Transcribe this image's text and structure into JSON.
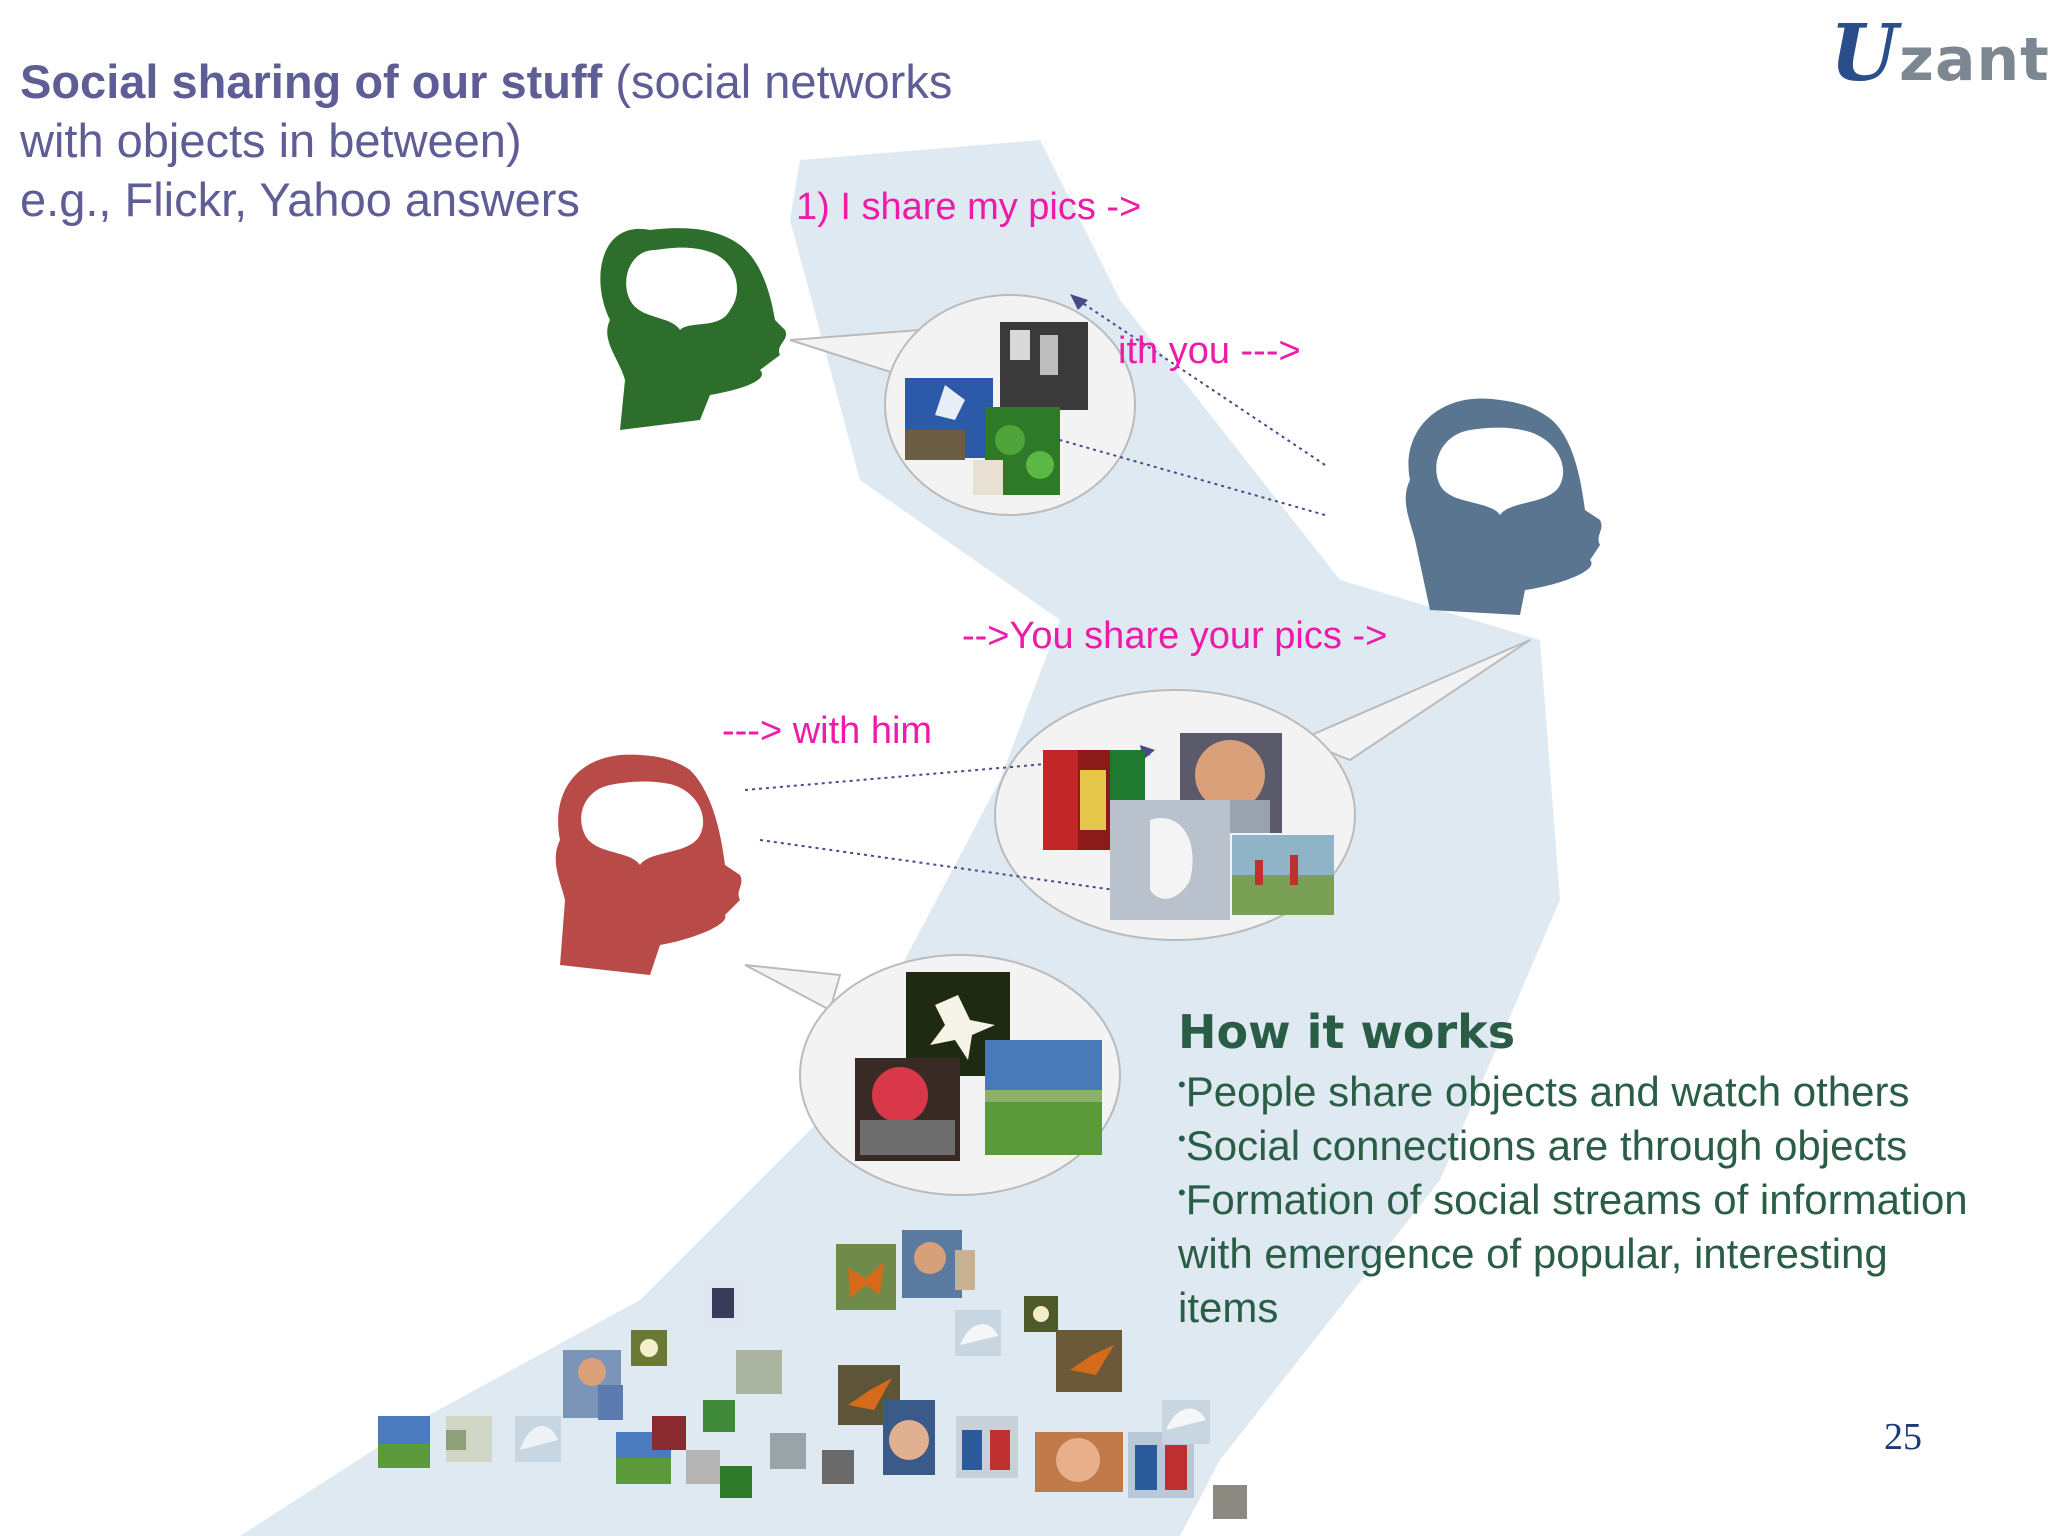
{
  "logo": {
    "u": "U",
    "rest": "zanto"
  },
  "title": {
    "bold": "Social sharing of our stuff",
    "rest1": " (social networks",
    "line2": "with objects in between)",
    "line3": "e.g., Flickr, Yahoo answers"
  },
  "labels": {
    "share_my_pics": "1) I share my pics ->",
    "with_you": "ith you --->",
    "you_share": "-->You share your pics ->",
    "with_him": "---> with him"
  },
  "how": {
    "heading": "How it works",
    "bullet_mark": "•",
    "items": [
      "People share objects and watch others",
      "Social connections are through objects",
      "Formation of social streams of information"
    ],
    "cont1": "with emergence of popular, interesting",
    "cont2": "items"
  },
  "page_number": "25",
  "colors": {
    "title": "#5f5d96",
    "magenta": "#ee1ba8",
    "green_head": "#2e6e2c",
    "blue_head": "#5a7590",
    "red_head": "#b84a48",
    "how_text": "#2a5d46",
    "river": "#dfe9f1"
  }
}
